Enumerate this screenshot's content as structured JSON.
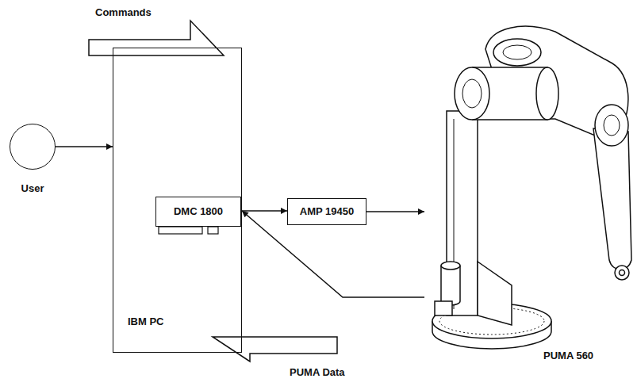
{
  "diagram": {
    "nodes": [
      {
        "text": [
          "User"
        ]
      },
      {
        "text": [
          "IBM PC"
        ]
      },
      {
        "text": [
          "DMC 1800"
        ],
        "in": 1
      },
      {
        "text": [
          "AMP 19450"
        ]
      },
      {
        "text": [
          "PUMA 560"
        ]
      }
    ],
    "edges": [
      {
        "from": 0,
        "to": 1,
        "arrow": "to"
      },
      {
        "from": 2,
        "to": 3,
        "arrow": "to"
      },
      {
        "from": 3,
        "to": 4,
        "arrow": "to"
      },
      {
        "from": 4,
        "to": 1,
        "arrow": "to"
      }
    ],
    "labels": [
      "Commands",
      "PUMA Data"
    ]
  }
}
